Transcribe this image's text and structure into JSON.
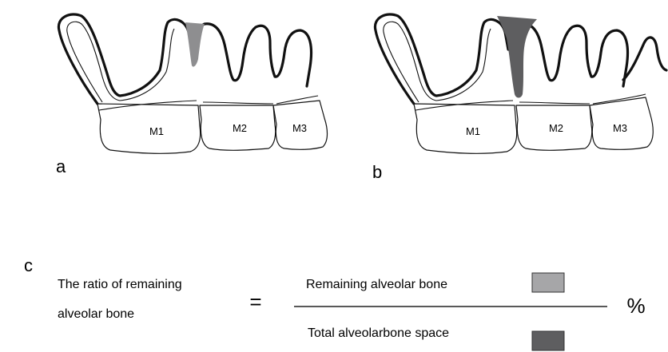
{
  "panels": [
    {
      "letter": "a",
      "teeth": [
        "M1",
        "M2",
        "M3"
      ],
      "shade_color": "#8e8e90"
    },
    {
      "letter": "b",
      "teeth": [
        "M1",
        "M2",
        "M3"
      ],
      "shade_color": "#5e5e60"
    }
  ],
  "formula": {
    "letter": "c",
    "lhs_line1": "The ratio of remaining",
    "lhs_line2": "alveolar bone",
    "equals": "=",
    "numerator": "Remaining alveolar bone",
    "denominator": "Total alveolarbone space",
    "percent": "%",
    "numerator_swatch_color": "#a6a6a8",
    "denominator_swatch_color": "#5e5e60"
  }
}
